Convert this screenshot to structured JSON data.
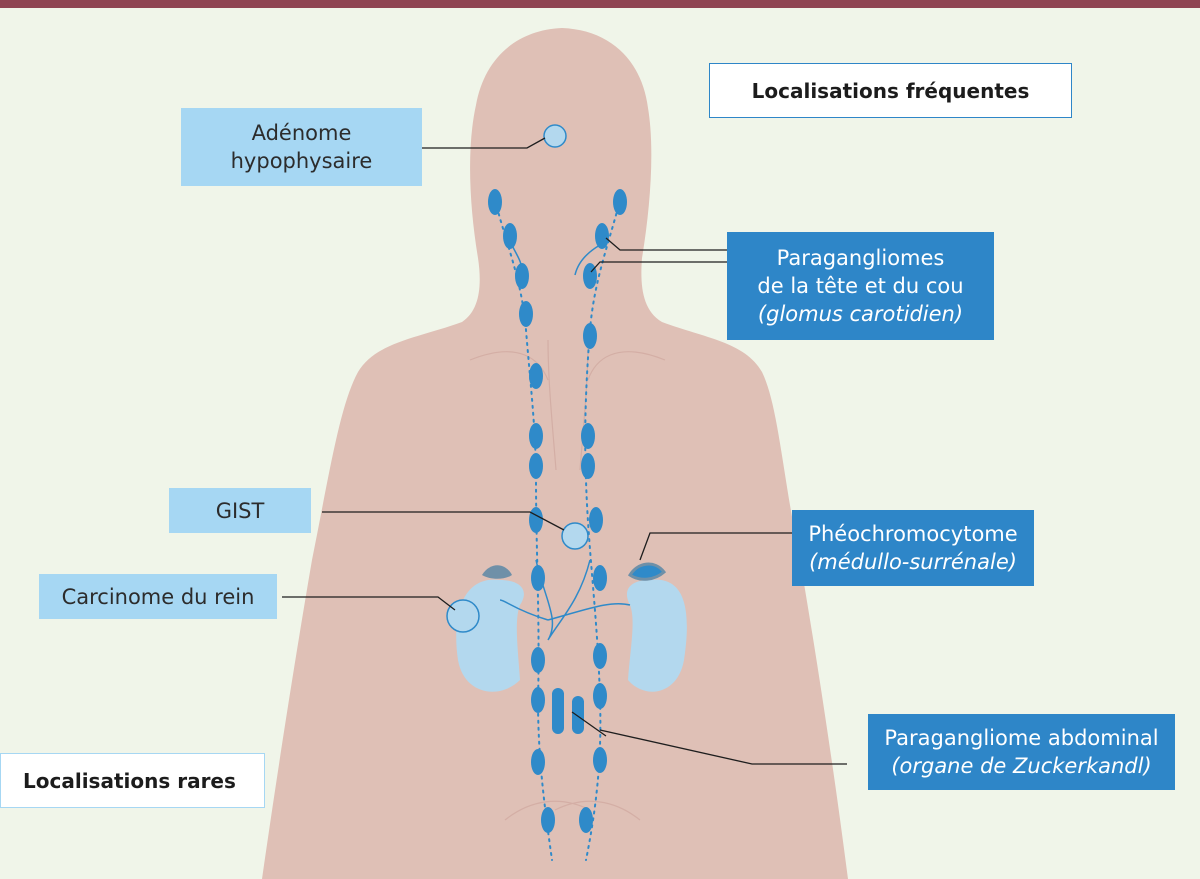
{
  "legend": {
    "frequent": "Localisations fréquentes",
    "rare": "Localisations rares"
  },
  "labels": {
    "pituitary": {
      "line1": "Adénome",
      "line2": "hypophysaire"
    },
    "gist": "GIST",
    "kidney": "Carcinome du rein",
    "head_neck": {
      "line1": "Paragangliomes",
      "line2": "de la tête et du cou",
      "line3": "(glomus carotidien)"
    },
    "pheo": {
      "line1": "Phéochromocytome",
      "line2": "(médullo-surrénale)"
    },
    "abdominal": {
      "line1": "Paragangliome abdominal",
      "line2": "(organe de Zuckerkandl)"
    }
  },
  "colors": {
    "background": "#f0f5e9",
    "top_bar": "#8f4452",
    "body": "#dfc0b6",
    "node": "#2f8ac9",
    "label_light": "#a6d7f3",
    "label_dark": "#2e86c8",
    "kidney": "#b3d8ee"
  }
}
